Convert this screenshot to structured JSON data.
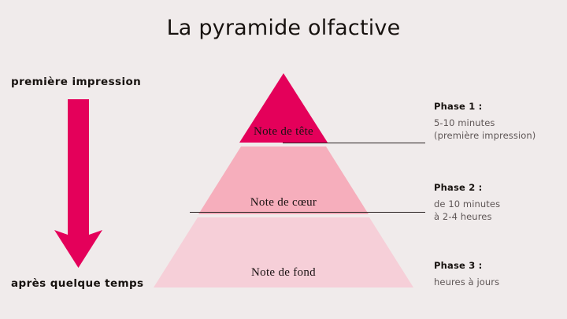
{
  "title": "La pyramide olfactive",
  "colors": {
    "background": "#F0EBEB",
    "top_note": "#E4005A",
    "heart_note": "#F6AEBC",
    "base_note": "#F6CFD8",
    "arrow": "#E4005A",
    "text_dark": "#17120F",
    "text_muted": "#5E5656",
    "divider": "#2A2222"
  },
  "timeline": {
    "top_label": "première impression",
    "bottom_label": "après quelque temps",
    "arrow_direction": "down"
  },
  "pyramid": {
    "bands": [
      {
        "label": "Note de tête",
        "color": "#E4005A"
      },
      {
        "label": "Note de cœur",
        "color": "#F6AEBC"
      },
      {
        "label": "Note de fond",
        "color": "#F6CFD8"
      }
    ]
  },
  "phases": [
    {
      "title": "Phase 1 :",
      "line1": "5-10 minutes",
      "line2": "(première impression)"
    },
    {
      "title": "Phase 2 :",
      "line1": "de 10 minutes",
      "line2": "à 2-4 heures"
    },
    {
      "title": "Phase 3 :",
      "line1": "heures à jours",
      "line2": ""
    }
  ]
}
